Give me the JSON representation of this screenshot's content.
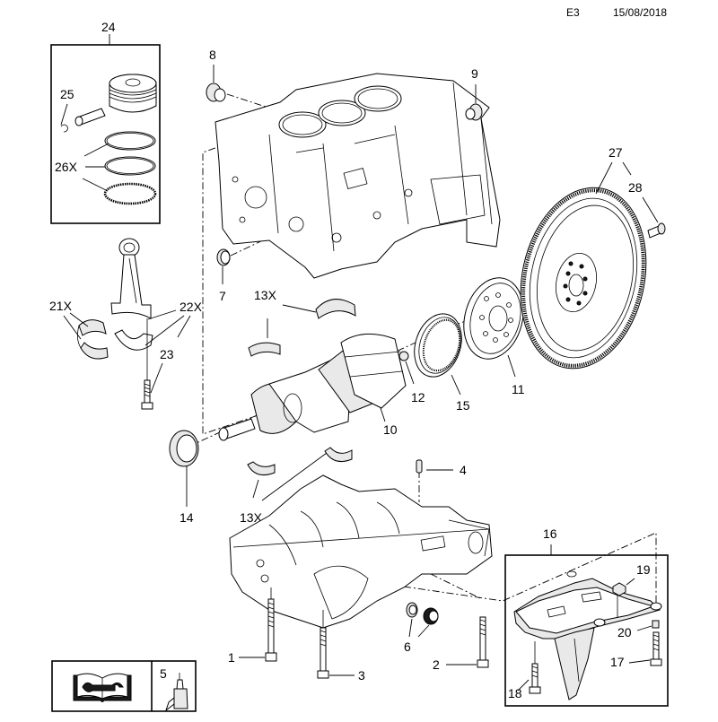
{
  "header": {
    "section_code": "E3",
    "date": "15/08/2018"
  },
  "legend_box": {
    "manual_icon": "book-wrench-icon",
    "sealant_number": "5",
    "sealant_icon": "sealant-bottle-icon"
  },
  "callouts": {
    "c1": "1",
    "c2": "2",
    "c3": "3",
    "c4": "4",
    "c6": "6",
    "c7": "7",
    "c8": "8",
    "c9": "9",
    "c10": "10",
    "c11": "11",
    "c12": "12",
    "c13a": "13X",
    "c13b": "13X",
    "c14": "14",
    "c15": "15",
    "c16": "16",
    "c17": "17",
    "c18": "18",
    "c19": "19",
    "c20": "20",
    "c21": "21X",
    "c22": "22X",
    "c23": "23",
    "c24": "24",
    "c25": "25",
    "c26": "26X",
    "c27": "27",
    "c28": "28"
  },
  "parts": [
    {
      "ref": "1",
      "name": "bolt"
    },
    {
      "ref": "2",
      "name": "bolt"
    },
    {
      "ref": "3",
      "name": "bolt"
    },
    {
      "ref": "4",
      "name": "dowel pin"
    },
    {
      "ref": "5",
      "name": "sealant"
    },
    {
      "ref": "6",
      "name": "drain plug with washer"
    },
    {
      "ref": "7",
      "name": "seal"
    },
    {
      "ref": "8",
      "name": "plug"
    },
    {
      "ref": "9",
      "name": "plug"
    },
    {
      "ref": "10",
      "name": "crankshaft"
    },
    {
      "ref": "11",
      "name": "drive plate"
    },
    {
      "ref": "12",
      "name": "pilot bearing"
    },
    {
      "ref": "13X",
      "name": "main bearing shells"
    },
    {
      "ref": "14",
      "name": "front oil seal"
    },
    {
      "ref": "15",
      "name": "rear oil seal"
    },
    {
      "ref": "16",
      "name": "bracket kit"
    },
    {
      "ref": "17",
      "name": "bolt"
    },
    {
      "ref": "18",
      "name": "bolt"
    },
    {
      "ref": "19",
      "name": "nut"
    },
    {
      "ref": "20",
      "name": "spacer"
    },
    {
      "ref": "21X",
      "name": "connecting rod bearing shells"
    },
    {
      "ref": "22X",
      "name": "connecting rod"
    },
    {
      "ref": "23",
      "name": "connecting rod bolt"
    },
    {
      "ref": "24",
      "name": "piston kit"
    },
    {
      "ref": "25",
      "name": "piston pin circlip"
    },
    {
      "ref": "26X",
      "name": "piston rings"
    },
    {
      "ref": "27",
      "name": "flywheel"
    },
    {
      "ref": "28",
      "name": "flywheel bolt"
    }
  ]
}
